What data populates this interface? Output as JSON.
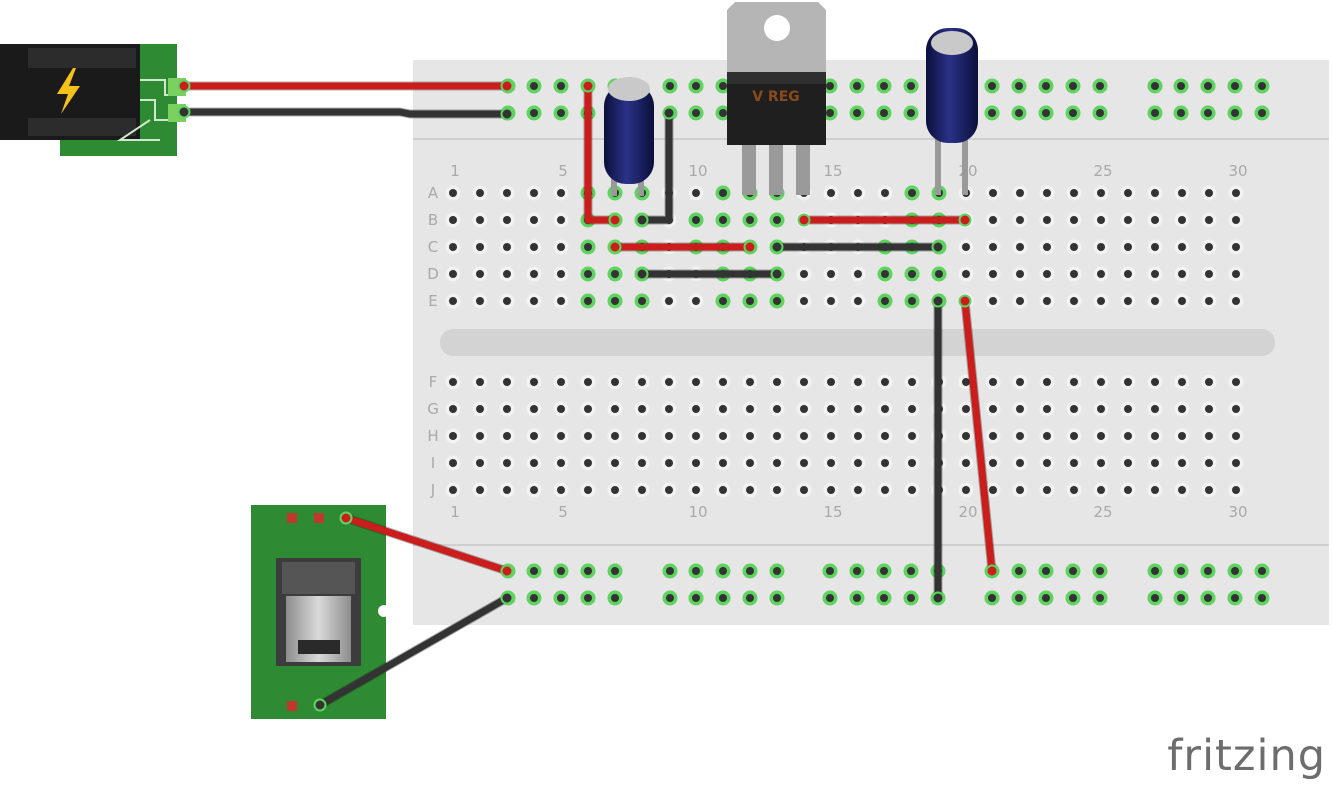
{
  "breadboard": {
    "columns": 30,
    "row_labels_top": [
      "A",
      "B",
      "C",
      "D",
      "E"
    ],
    "row_labels_bottom": [
      "F",
      "G",
      "H",
      "I",
      "J"
    ],
    "column_labels": [
      "1",
      "5",
      "10",
      "15",
      "20",
      "25",
      "30"
    ]
  },
  "regulator": {
    "label": "V REG"
  },
  "brand": {
    "name": "fritzing"
  },
  "colors": {
    "board": "#e6e6e6",
    "hole": "#333333",
    "lit_hole": "#5fd35f",
    "wire_red": "#cc1d1d",
    "wire_black": "#333333",
    "pcb_green": "#2e8b33",
    "capacitor": "#141a5c"
  },
  "components": [
    "dc-barrel-jack",
    "usb-connector",
    "voltage-regulator",
    "capacitor-left",
    "capacitor-right"
  ]
}
